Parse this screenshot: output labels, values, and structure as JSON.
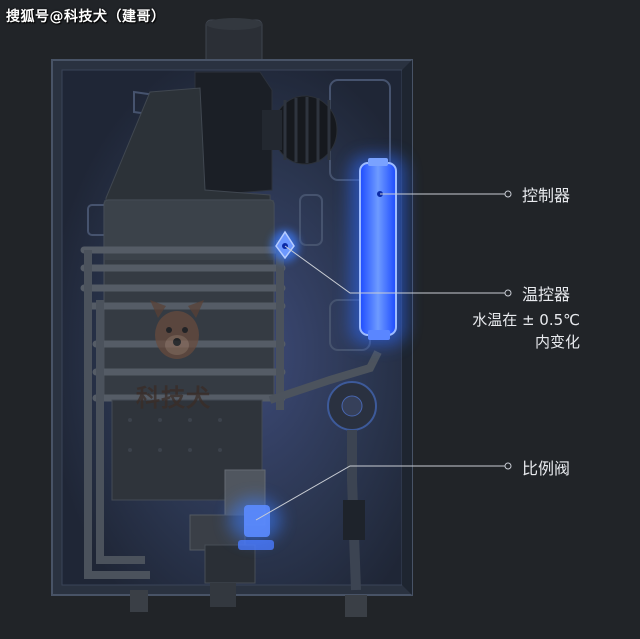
{
  "watermark": "搜狐号@科技犬（建哥）",
  "logo_text": "科技犬",
  "callouts": {
    "controller": "控制器",
    "thermostat": "温控器",
    "water_temp_line1": "水温在 ± 0.5℃",
    "water_temp_line2": "内变化",
    "proportional_valve": "比例阀"
  },
  "colors": {
    "background": "#212428",
    "glow": "#2f6bff",
    "cabinet": "#3b4656"
  },
  "icons": [
    "dog-mascot-logo"
  ]
}
